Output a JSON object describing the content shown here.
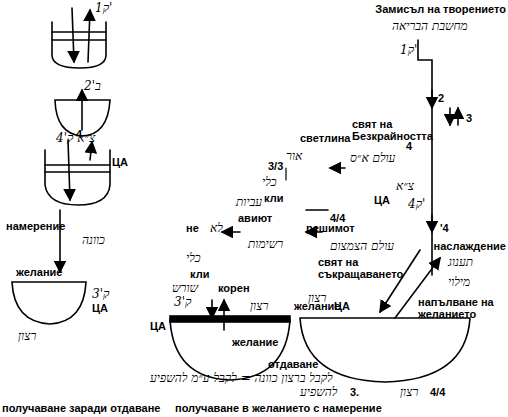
{
  "diagram": {
    "labels": [
      "Замисъл на творението",
      "מחשבת הבריאה",
      "'ק1",
      "ב'2",
      "'ק1",
      "2",
      "3",
      "4",
      "свят на Безкрайността",
      "עולם א״ס",
      "светлина",
      "אור",
      "3/3",
      "כלי",
      "кли",
      "ЦА",
      "צ״א",
      "'ק4",
      "עביות",
      "авиют",
      "רשימות",
      "решимот",
      "4/4",
      "עולם הצמצום",
      "свят на съкращаването",
      "'4",
      "наслаждение",
      "תענוג",
      "מילוי",
      "напълване на желанието",
      "4",
      "צ״א ק'4",
      "ЦА",
      "не",
      "לא",
      "כלי",
      "кли",
      "כוונה",
      "намерение",
      "רצון",
      "желание",
      "ק'3",
      "ЦА",
      "שורש",
      "корен",
      "רצון",
      "желание",
      "ק'3",
      "ЦА",
      "желание",
      "отдаване",
      "רצון",
      "ЦА",
      "להשפיע",
      "3.",
      "רצון",
      "4/4",
      "לקבל ברצון כוונה = לקבל ע״מ להשפיע",
      "получаване заради отдаване",
      "получаване в желанието с намерение"
    ]
  }
}
